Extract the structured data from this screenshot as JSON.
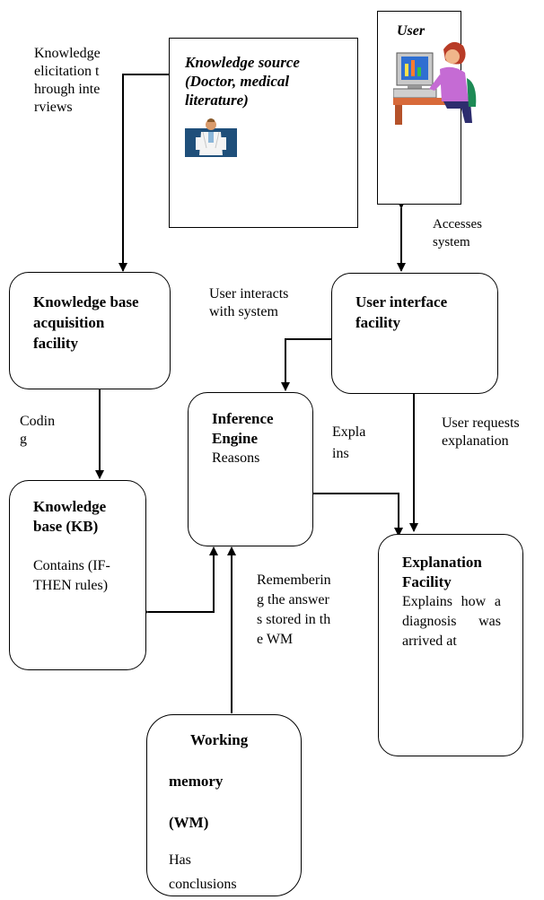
{
  "knowledge_source": {
    "title": "Knowledge source (Doctor, medical literature)"
  },
  "user": {
    "title": "User"
  },
  "labels": {
    "elicitation": "Knowledge elicitation through interviews",
    "accesses": "Accesses system",
    "user_interacts": "User interacts with system",
    "coding": "Coding",
    "explains": "Explains",
    "user_requests": "User requests explanation",
    "remembering": "Remembering the answers stored in the WM"
  },
  "kb_acquisition": {
    "title": "Knowledge base acquisition facility"
  },
  "user_interface": {
    "title": "User interface facility"
  },
  "inference_engine": {
    "title": "Inference Engine",
    "body": "Reasons"
  },
  "knowledge_base": {
    "title": "Knowledge base (KB)",
    "body": "Contains (IF-THEN rules)"
  },
  "explanation": {
    "title": "Explanation Facility",
    "body": "Explains how a diagnosis was arrived at"
  },
  "working_memory": {
    "title_1": "Working",
    "title_2": "memory",
    "title_3": "(WM)",
    "body_1": "Has",
    "body_2": "conclusions"
  },
  "icons": {
    "doctor": "doctor-icon",
    "user_computer": "user-at-computer-icon"
  }
}
